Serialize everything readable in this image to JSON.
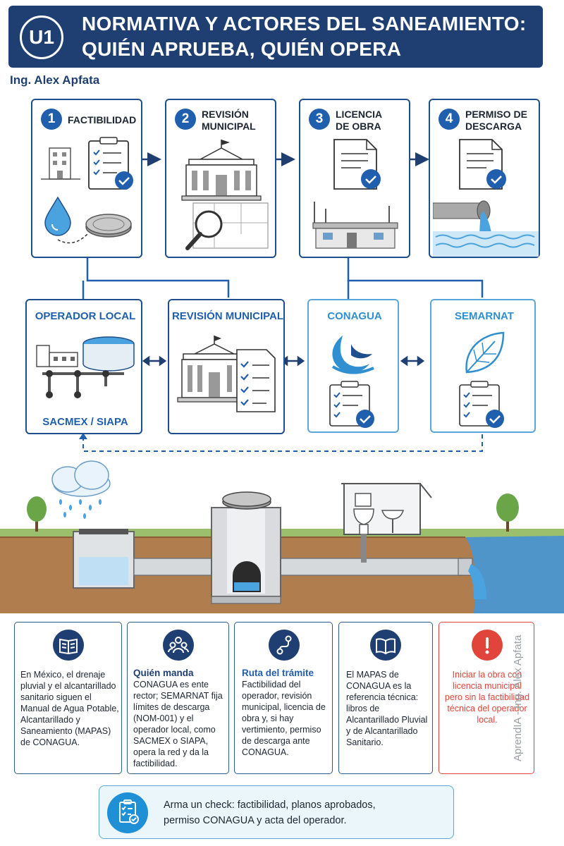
{
  "header": {
    "badge": "U1",
    "title_line1": "NORMATIVA Y ACTORES DEL SANEAMIENTO:",
    "title_line2": "QUIÉN APRUEBA, QUIÉN OPERA"
  },
  "author": "Ing. Alex Apfata",
  "steps": [
    {
      "number": "1",
      "line1": "FACTIBILIDAD",
      "line2": ""
    },
    {
      "number": "2",
      "line1": "REVISIÓN",
      "line2": "MUNICIPAL"
    },
    {
      "number": "3",
      "line1": "LICENCIA",
      "line2": "DE OBRA"
    },
    {
      "number": "4",
      "line1": "PERMISO DE",
      "line2": "DESCARGA"
    }
  ],
  "actors": [
    {
      "label": "OPERADOR LOCAL",
      "sub": "SACMEX / SIAPA"
    },
    {
      "label": "REVISIÓN MUNICIPAL",
      "sub": ""
    },
    {
      "label": "CONAGUA",
      "sub": ""
    },
    {
      "label": "SEMARNAT",
      "sub": ""
    }
  ],
  "cards": [
    {
      "icon": "book-icon",
      "head": "",
      "body": "En México, el drenaje pluvial y el alcantarillado sanitario siguen el Manual de Agua Potable, Alcantarillado y Saneamiento (MAPAS) de CONAGUA."
    },
    {
      "icon": "people-icon",
      "head": "Quién manda",
      "body": "CONAGUA es ente rector; SEMARNAT fija límites de descarga (NOM-001) y el operador local, como SACMEX o SIAPA, opera la red y da la factibilidad."
    },
    {
      "icon": "route-icon",
      "head": "Ruta del trámite",
      "body": "Factibilidad del operador, revisión municipal, licencia de obra y, si hay vertimiento, permiso de descarga ante CONAGUA."
    },
    {
      "icon": "open-book-icon",
      "head": "",
      "body": "El MAPAS de CONAGUA es la referencia técnica: libros de Alcantarillado Pluvial y de Alcantarillado Sanitario."
    },
    {
      "icon": "warning-icon",
      "head": "",
      "body": "Iniciar la obra con licencia municipal pero sin la factibilidad técnica del operador local."
    }
  ],
  "check": {
    "line1": "Arma un check: factibilidad, planos aprobados,",
    "line2": "permiso CONAGUA y acta del operador."
  },
  "credit": "AprendIA - Ing. Alex Apfata",
  "colors": {
    "navy": "#1f3f72",
    "blue": "#1f5fad",
    "light_blue": "#5aa6d8",
    "warning": "#e0443a",
    "soil": "#a9794e",
    "water": "#4aa3df"
  }
}
